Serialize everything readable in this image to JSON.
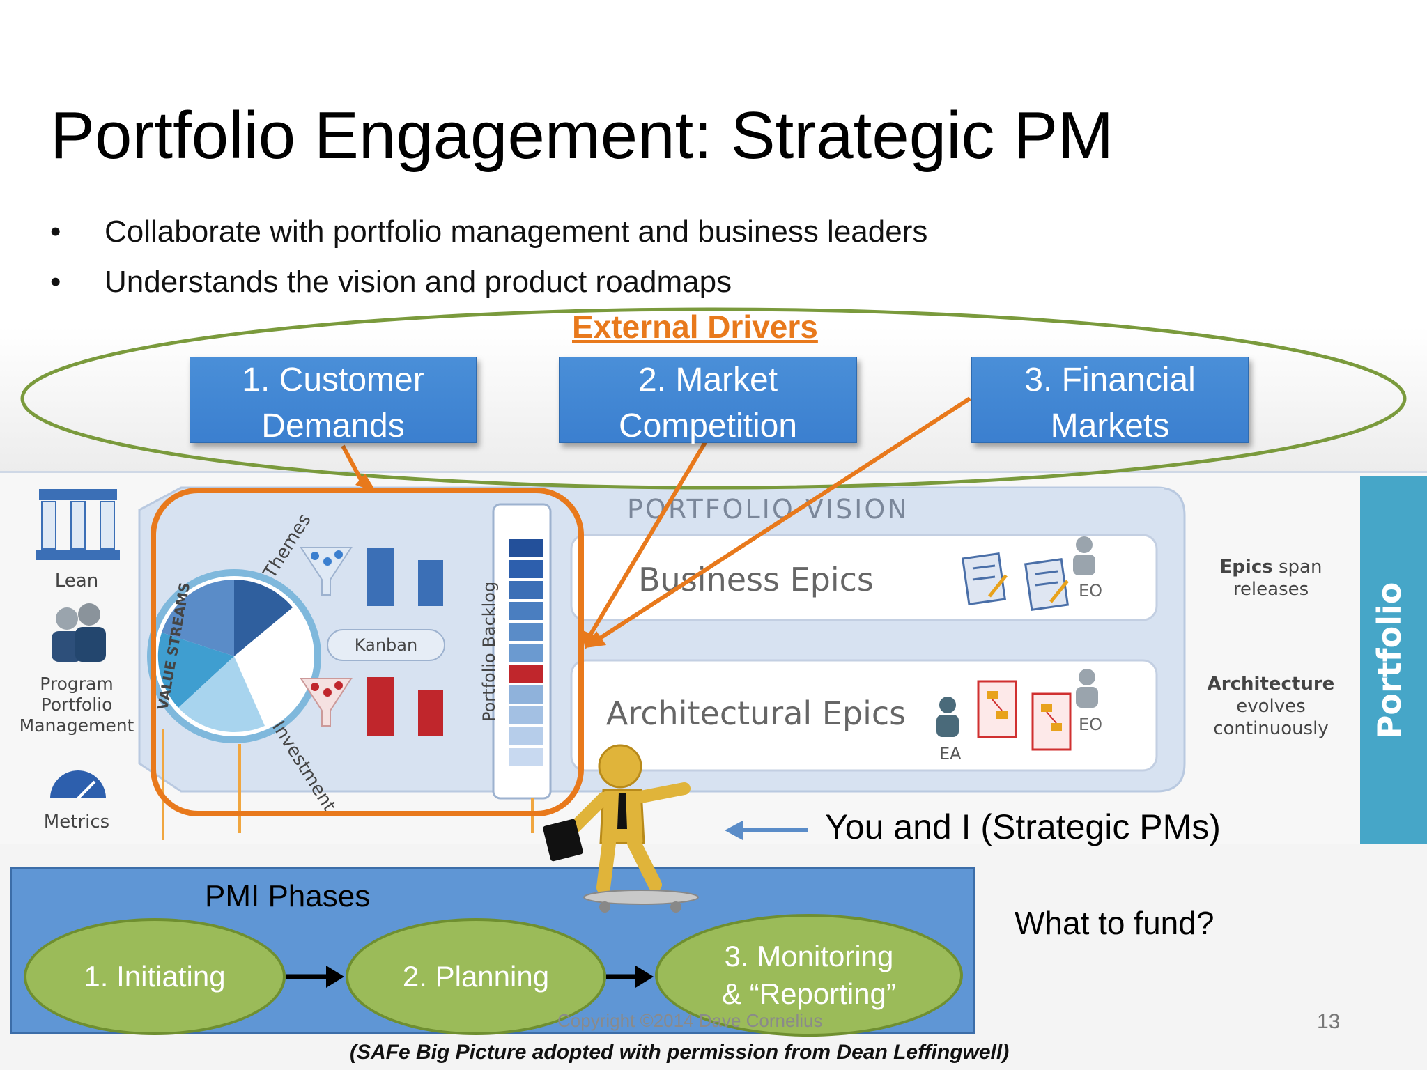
{
  "slide": {
    "title": "Portfolio Engagement: Strategic PM",
    "bullets": [
      "Collaborate with portfolio management and business leaders",
      "Understands the vision and product roadmaps"
    ],
    "page_number": "13",
    "copyright": "Copyright ©2014 Dave Cornelius",
    "credit": "(SAFe Big Picture adopted with permission from Dean Leffingwell)"
  },
  "drivers": {
    "heading": "External Drivers",
    "items": [
      {
        "line1": "1. Customer",
        "line2": "Demands"
      },
      {
        "line1": "2. Market",
        "line2": "Competition"
      },
      {
        "line1": "3. Financial",
        "line2": "Markets"
      }
    ]
  },
  "safe": {
    "left_items": [
      "Lean",
      "Program Portfolio Management",
      "Metrics"
    ],
    "value_streams": "VALUE STREAMS",
    "themes": "Themes",
    "investment": "Investment",
    "kanban": "Kanban",
    "portfolio_backlog": "Portfolio Backlog",
    "portfolio_vision": "PORTFOLIO VISION",
    "business_epics": "Business Epics",
    "architectural_epics": "Architectural Epics",
    "eo": "EO",
    "ea": "EA",
    "epics_span": {
      "bold": "Epics",
      "rest1": "span",
      "rest2": "releases"
    },
    "architecture": {
      "bold": "Architecture",
      "line2": "evolves",
      "line3": "continuously"
    },
    "portfolio": "Portfolio"
  },
  "strategic_pm_label": "You and I (Strategic PMs)",
  "what_to_fund": "What to fund?",
  "pmi": {
    "title": "PMI Phases",
    "phases": [
      {
        "line1": "1. Initiating",
        "line2": ""
      },
      {
        "line1": "2. Planning",
        "line2": ""
      },
      {
        "line1": "3. Monitoring",
        "line2": "& “Reporting”"
      }
    ]
  },
  "colors": {
    "driver_blue": "#3b7fcf",
    "accent_orange": "#e8791c",
    "ellipse_green": "#7a9a3c",
    "phase_green": "#9bbb59",
    "pmi_blue": "#5f96d5",
    "portfolio_bar": "#46a6c8"
  }
}
